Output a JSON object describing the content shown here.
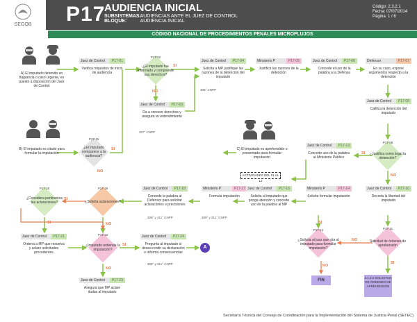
{
  "header": {
    "logo_text": "SEGOB",
    "code": "P17",
    "title": "AUDIENCIA INICIAL",
    "subsystem_label": "SUBSISTEMAS:",
    "subsystem_value": "AUDIENCIAS ANTE EL JUEZ DE CONTROL",
    "block_label": "BLOQUE:",
    "block_value": "AUDIENCIA INICIAL",
    "meta_code": "Código: 2.3.2.1",
    "meta_date": "Fecha: 07/07/2014",
    "meta_page": "Página: 1 / 6"
  },
  "band": "CÓDIGO NACIONAL DE PROCEDIMIENTOS PENALES MICROFLUJOS",
  "actors": {
    "detained": "A) El imputado detenido en flagrancia o caso urgente, es puesto a disposición del Juez de Control",
    "summoned": "B) El imputado es citado para formular la imputación",
    "apprehended": "C) El imputado es aprehendido o presentado para formular imputación"
  },
  "nodes": {
    "p17_01": {
      "who": "Juez de Control",
      "code": "P17-01",
      "text": "Verifica requisitos de inicio de audiencia"
    },
    "p17_02": {
      "code": "P17-02",
      "text": "¿El imputado fue informado y comprende sus derechos?"
    },
    "p17_03": {
      "who": "Juez de Control",
      "code": "P17-03",
      "text": "Da a conocer derechos y asegura su entendimiento"
    },
    "p17_04": {
      "who": "Juez de Control",
      "code": "P17-04",
      "text": "Solicita a MP justifique las razones de la detención del imputado"
    },
    "p17_05": {
      "who": "Ministerio P",
      "code": "P17-05",
      "text": "Justifica las razones de la detención"
    },
    "p17_06": {
      "who": "Juez de Control",
      "code": "P17-06",
      "text": "Concede el uso de la palabra a la Defensa"
    },
    "p17_07": {
      "who": "Defensor",
      "code": "P17-07",
      "text": "En su caso, expone argumentos respecto a la detención"
    },
    "p17_08": {
      "who": "Juez de Control",
      "code": "P17-08",
      "text": "Califica la detención del imputado"
    },
    "p17_09": {
      "code": "P17-09",
      "text": "¿Justifica como legal la detención?"
    },
    "p17_10": {
      "who": "Juez de Control",
      "code": "P17-10",
      "text": "Decreta la libertad del imputado"
    },
    "p17_11": {
      "code": "P17-11",
      "text": "Solicitud de órdenes de aprehensión"
    },
    "p17_12": {
      "code": "P17-12",
      "text": "¿Solicita al juez que cita al imputado para formular imputación?"
    },
    "p17_13": {
      "who": "Juez de Control",
      "code": "P17-13",
      "text": "Concede uso de la palabra al Ministerio Público"
    },
    "p17_14": {
      "who": "Ministerio P",
      "code": "P17-14",
      "text": "Solicita formular imputación"
    },
    "p17_15": {
      "code": "P17-15",
      "text": "¿El imputado comparece a la audiencia?"
    },
    "p17_16": {
      "who": "Juez de Control",
      "code": "P17-16",
      "text": "Solicita al imputado que ponga atención y concede uso de la palabra al MP"
    },
    "p17_17": {
      "who": "Ministerio P",
      "code": "P17-17",
      "text": "Formula imputación"
    },
    "p17_18": {
      "who": "Juez de Control",
      "code": "P17-18",
      "text": "Concede la palabra al Defensor para solicitar aclaraciones o precisiones"
    },
    "p17_19": {
      "code": "P17-19",
      "text": "¿Solicita aclaraciones?"
    },
    "p17_20": {
      "code": "P17-20",
      "text": "¿Considera pertinentes las aclaraciones?"
    },
    "p17_21": {
      "who": "Juez de Control",
      "code": "P17-21",
      "text": "Ordena a MP que resuelva y aclare solicitudes procedentes"
    },
    "p17_22": {
      "code": "P17-22",
      "text": "¿Imputado entiende la imputación?"
    },
    "p17_23": {
      "who": "Juez de Control",
      "code": "P17-23",
      "text": "Asegura que MP aclare dudas al imputado"
    },
    "p17_24": {
      "who": "Juez de Control",
      "code": "P17-24",
      "text": "Pregunta al imputado si desea rendir su declaración e informa consecuencias"
    }
  },
  "notes": {
    "n_04": "308° CNPP",
    "n_03": "307° CNPP",
    "n_18": "309° y 311° CNPP",
    "n_17": "309° y 311° CNPP",
    "n_24": "309° y 311° CNPP"
  },
  "labels": {
    "si": "SI",
    "no": "NO"
  },
  "activities_label": "ACTIVIDADES DEL 01 AL 12",
  "connector": "A",
  "end": "FIN",
  "subprocess": "2.1.3.2 SOLICITUD DE ÓRDENES DE APREHENSIÓN",
  "footer": "Secretaría Técnica del Consejo de Coordinación para la Implementación del Sistema de Justicia Penal (SETEC)"
}
